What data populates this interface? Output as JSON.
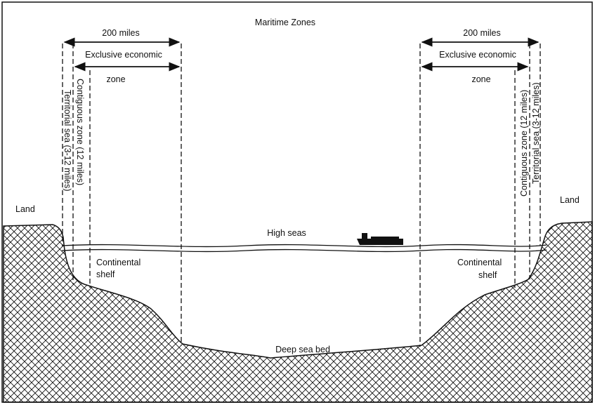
{
  "title": "Maritime Zones",
  "labels": {
    "left_distance": "200 miles",
    "right_distance": "200 miles",
    "left_eez_line1": "Exclusive economic",
    "left_eez_line2": "zone",
    "right_eez_line1": "Exclusive economic",
    "right_eez_line2": "zone",
    "left_territorial": "Territorial sea (3-12 miles)",
    "left_contiguous": "Contiguous zone (12 miles)",
    "right_contiguous": "Contiguous zone (12 miles)",
    "right_territorial": "Territorial sea (3-12 miles)",
    "land_left": "Land",
    "land_right": "Land",
    "high_seas": "High seas",
    "shelf_left_line1": "Continental",
    "shelf_left_line2": "shelf",
    "shelf_right_line1": "Continental",
    "shelf_right_line2": "shelf",
    "deep_sea_bed": "Deep sea bed"
  },
  "icons": {
    "ship": "ship-icon"
  },
  "colors": {
    "ink": "#111111",
    "background": "#ffffff"
  }
}
